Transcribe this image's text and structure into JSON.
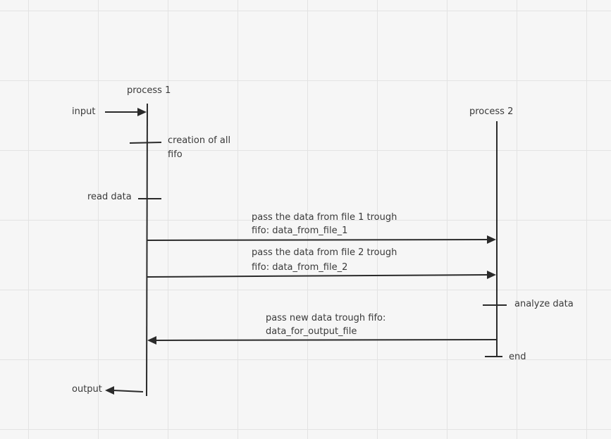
{
  "participants": [
    {
      "label": "process 1"
    },
    {
      "label": "process 2"
    }
  ],
  "labels": {
    "input": "input",
    "output": "output",
    "creation_line1": "creation of all",
    "creation_line2": "fifo",
    "read_data": "read data",
    "analyze_data": "analyze data",
    "end": "end"
  },
  "messages": [
    {
      "line1": "pass the data from file 1 trough",
      "line2": "fifo: data_from_file_1"
    },
    {
      "line1": "pass the data from file 2 trough",
      "line2": "fifo: data_from_file_2"
    },
    {
      "line1": "pass new data trough fifo:",
      "line2": "data_for_output_file"
    }
  ],
  "colors": {
    "background": "#f6f6f6",
    "grid": "#e3e3e3",
    "line": "#2b2b2b",
    "text": "#3a3a3a"
  }
}
